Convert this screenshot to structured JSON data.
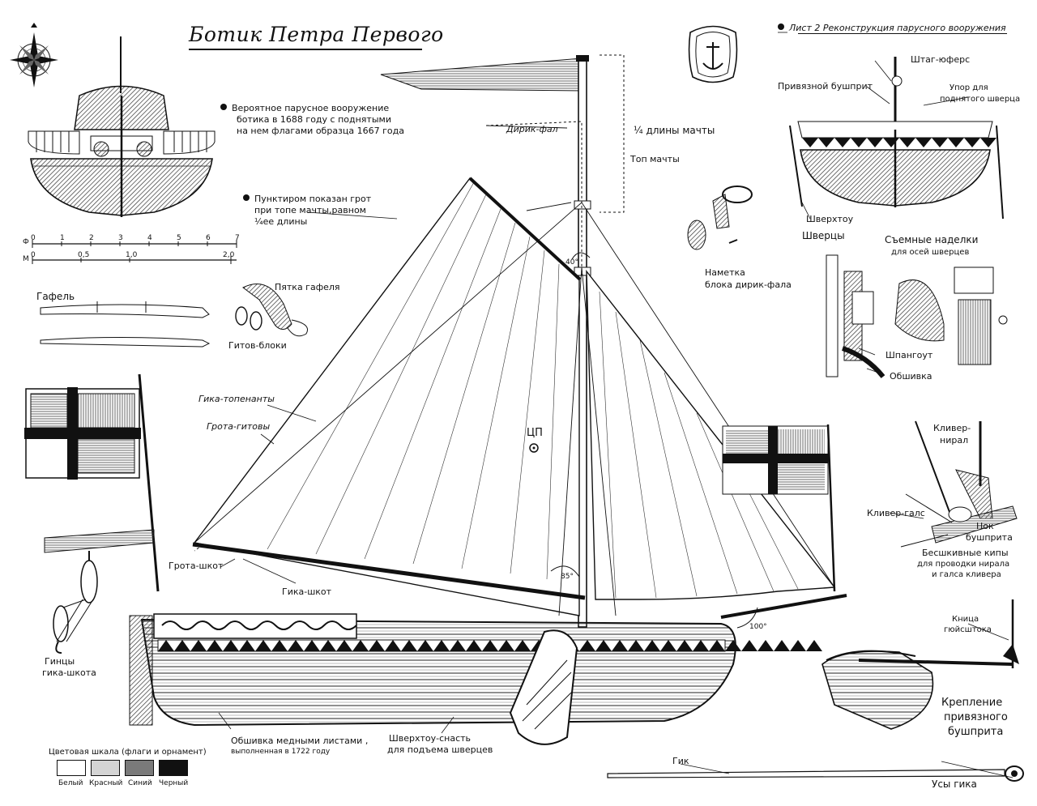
{
  "title": "Ботик Петра Первого",
  "sheet_title": "Лист 2  Реконструкция парусного вооружения",
  "notes": {
    "rig": [
      "Вероятное парусное вооружение",
      "ботика в 1688 году с поднятыми",
      "на нем флагами образца 1667 года"
    ],
    "dotted": [
      "Пунктиром показан грот",
      "при топе мачты,равном",
      "¼ее длины"
    ]
  },
  "scale": {
    "top_label": "Ф",
    "top_ticks": [
      "0",
      "1",
      "2",
      "3",
      "4",
      "5",
      "6",
      "7"
    ],
    "bottom_label": "М",
    "bottom_ticks": [
      "0",
      "0,5",
      "1,0",
      "2,0"
    ]
  },
  "labels": {
    "gafel": "Гафель",
    "pyatka_gafelya": "Пятка гафеля",
    "gitov_bloki": "Гитов-блоки",
    "dirik_fal": "Дирик-фал",
    "quarter_mast": "¼ длины мачты",
    "top_machty": "Топ мачты",
    "angle_40": "40°",
    "angle_85": "85°",
    "angle_100": "100°",
    "cp": "ЦП",
    "gika_topenanty": "Гика-топенанты",
    "grota_gitovy": "Грота-гитовы",
    "grota_shkot": "Грота-шкот",
    "gika_shkot": "Гика-шкот",
    "gintsy": "Гинцы",
    "gika_shkota": "гика-шкота",
    "obshivka_copper_1": "Обшивка медными листами ,",
    "obshivka_copper_2": "выполненная в 1722 году",
    "shverkhtou_snast_1": "Шверхтоу-снасть",
    "shverkhtou_snast_2": "для подъема шверцев",
    "nametka_1": "Наметка",
    "nametka_2": "блока дирик-фала",
    "shtag_yufers": "Штаг-юферс",
    "privyaznoy_bushprit": "Привязной бушприт",
    "upor_1": "Упор для",
    "upor_2": "поднятого шверца",
    "shverkhtou": "Шверхтоу",
    "shvertsy": "Шверцы",
    "semnye_1": "Съемные наделки",
    "semnye_2": "для осей шверцев",
    "shpangout": "Шпангоут",
    "obshivka": "Обшивка",
    "kliver_niral_1": "Кливер-",
    "kliver_niral_2": "нирал",
    "kliver_gals": "Кливер-галс",
    "nok_1": "Нок",
    "nok_2": "бушприта",
    "kipy_1": "Бесшкивные кипы",
    "kipy_2": "для проводки нирала",
    "kipy_3": "и галса кливера",
    "knitsa_1": "Кница",
    "knitsa_2": "гюйсштока",
    "kreplenie_1": "Крепление",
    "kreplenie_2": "привязного",
    "kreplenie_3": "бушприта",
    "gik": "Гик",
    "usy_gika": "Усы гика"
  },
  "legend": {
    "title": "Цветовая шкала (флаги и орнамент)",
    "items": [
      {
        "name": "Белый",
        "color": "#ffffff"
      },
      {
        "name": "Красный",
        "color": "#d4d4d4"
      },
      {
        "name": "Синий",
        "color": "#7a7a7a"
      },
      {
        "name": "Черный",
        "color": "#111111"
      }
    ]
  },
  "colors": {
    "ink": "#111111",
    "paper": "#ffffff",
    "hatch": "#555555"
  }
}
